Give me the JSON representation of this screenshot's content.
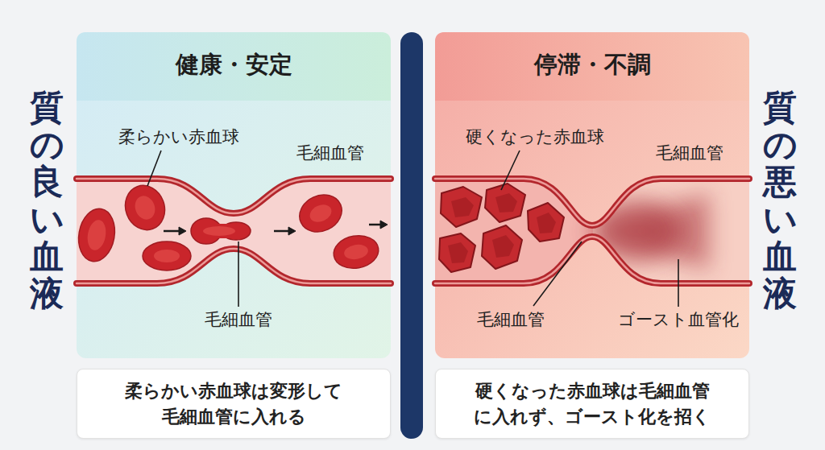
{
  "diagram": {
    "nodes": [
      {
        "text": [
          "健康・安定"
        ]
      },
      {
        "text": [
          "柔らかい赤血球は変形して 毛細血管に入れる"
        ]
      },
      {
        "text": [
          "停滞・不調"
        ]
      },
      {
        "text": [
          "硬くなった赤血球は毛細血管 に入れず、ゴースト化を招く"
        ]
      }
    ],
    "labels": [
      "質の良い血液",
      "柔らかい赤血球",
      "毛細血管",
      "毛細血管",
      "硬くなった赤血球",
      "毛細血管",
      "毛細血管",
      "ゴースト血管化",
      "質の悪い血液"
    ]
  }
}
